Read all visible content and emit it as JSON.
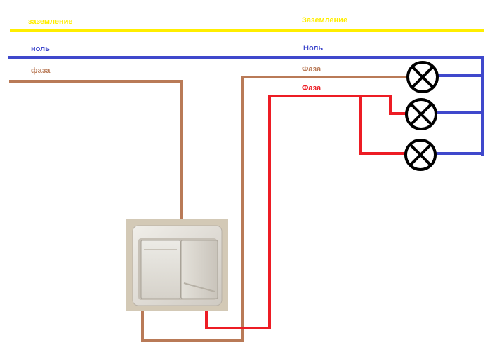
{
  "labels": {
    "ground_left": "заземление",
    "ground_right": "Заземление",
    "neutral_left": "ноль",
    "neutral_right": "Ноль",
    "phase_left": "фаза",
    "phase_right": "Фаза",
    "switched_phase": "Фаза"
  },
  "colors": {
    "ground": "#ffee00",
    "neutral": "#3f48cc",
    "phase": "#b97a57",
    "switched": "#ed1c24",
    "lamp": "#000000"
  },
  "icons": {
    "lamp": "lamp-cross-circle-icon",
    "switch": "two-gang-switch-photo"
  }
}
